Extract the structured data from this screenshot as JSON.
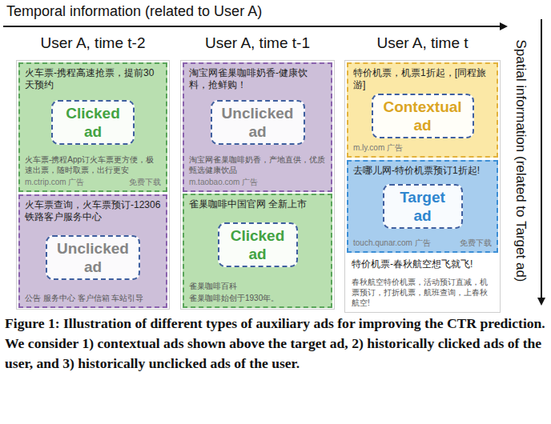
{
  "diagram": {
    "caption": "Figure 1: Illustration of different types of auxiliary ads for improving the CTR prediction. We consider 1) contextual ads shown above the target ad, 2) historically clicked ads of the user, and 3) historically unclicked ads of the user.",
    "nodes": [
      {
        "text": [
          "User A, time t-2"
        ]
      },
      {
        "text": [
          "火车票-携程高速抢票，提前30天预约",
          "火车票-携程App订火车票更方便，极速出票，随时取票，出行更安",
          "m.ctrip.com 广告",
          "免费下载"
        ],
        "in": 0
      },
      {
        "text": [
          "Clicked ad"
        ],
        "in": 1
      },
      {
        "text": [
          "火车票查询，火车票预订-12306铁路客户服务中心",
          "公告 服务中心 客户信箱 车站引导"
        ],
        "in": 0
      },
      {
        "text": [
          "Unclicked ad"
        ],
        "in": 3
      },
      {
        "text": [
          "User A, time t-1"
        ]
      },
      {
        "text": [
          "淘宝网雀巢咖啡奶香-健康饮料，抢鲜购！",
          "淘宝网雀巢咖啡奶香，产地直供，优质甄选健康饮品",
          "m.taobao.com 广告"
        ],
        "in": 5
      },
      {
        "text": [
          "Unclicked ad"
        ],
        "in": 6
      },
      {
        "text": [
          "雀巢咖啡中国官网 全新上市",
          "雀巢咖啡百科",
          "雀巢咖啡始创于1930年。"
        ],
        "in": 5
      },
      {
        "text": [
          "Clicked ad"
        ],
        "in": 8
      },
      {
        "text": [
          "User A, time t"
        ]
      },
      {
        "text": [
          "特价机票，机票1折起，[同程旅游]",
          "m.ly.com 广告"
        ],
        "in": 10
      },
      {
        "text": [
          "Contextual ad"
        ],
        "in": 11
      },
      {
        "text": [
          "去哪儿网-特价机票预订1折起!",
          "touch.qunar.com 广告",
          "免费下载"
        ],
        "in": 10
      },
      {
        "text": [
          "Target ad"
        ],
        "in": 13
      },
      {
        "text": [
          "特价机票-春秋航空想飞就飞!",
          "春秋航空特价机票，活动预订直减，机票预订，打折机票，航班查询，上春秋航空!"
        ],
        "in": 10
      }
    ],
    "labels": [
      "Temporal information (related to User A)",
      "Spatial information (related to Target ad)"
    ]
  }
}
